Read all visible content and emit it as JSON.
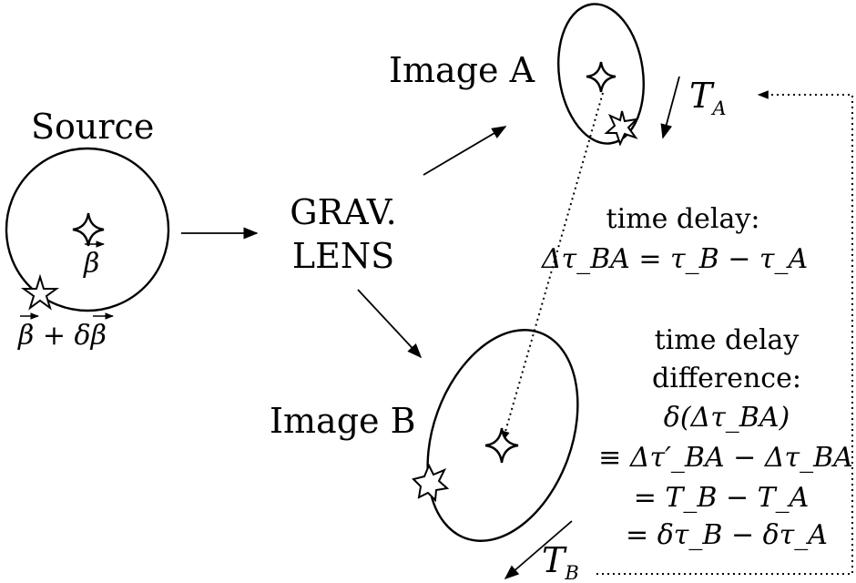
{
  "labels": {
    "source": "Source",
    "grav": "GRAV.",
    "lens": "LENS",
    "image_a": "Image A",
    "image_b": "Image B",
    "beta": "β",
    "beta_plus_delta": "β + δβ",
    "T_A_main": "T",
    "T_A_sub": "A",
    "T_B_main": "T",
    "T_B_sub": "B"
  },
  "time_delay": {
    "heading": "time delay:",
    "equation": "Δτ_BA = τ_B − τ_A"
  },
  "difference": {
    "line1": "time delay",
    "line2": "difference:",
    "line3": "δ(Δτ_BA)",
    "line4": "≡ Δτ′_BA − Δτ_BA",
    "line5": "= T_B − T_A",
    "line6": "= δτ_B − δτ_A"
  },
  "icons": {
    "source_center": "four-point-star-icon",
    "source_offset": "five-point-star-icon"
  }
}
